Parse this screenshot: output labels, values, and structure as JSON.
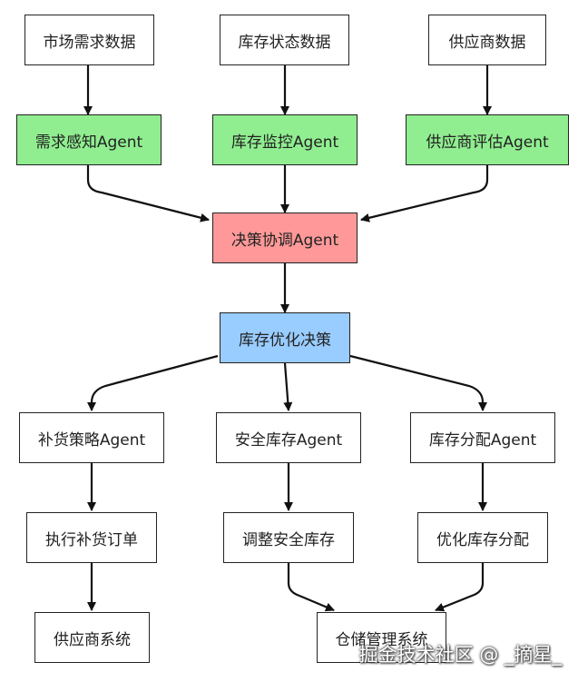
{
  "nodes": {
    "market_data": "市场需求数据",
    "inventory_status_data": "库存状态数据",
    "supplier_data": "供应商数据",
    "demand_agent": "需求感知Agent",
    "inventory_monitor_agent": "库存监控Agent",
    "supplier_eval_agent": "供应商评估Agent",
    "coordination_agent": "决策协调Agent",
    "inventory_optimization": "库存优化决策",
    "replenish_agent": "补货策略Agent",
    "safety_stock_agent": "安全库存Agent",
    "allocation_agent": "库存分配Agent",
    "execute_order": "执行补货订单",
    "adjust_safety_stock": "调整安全库存",
    "optimize_allocation": "优化库存分配",
    "supplier_system": "供应商系统",
    "warehouse_system": "仓储管理系统"
  },
  "colors": {
    "agent_fill": "#90ee90",
    "coordinator_fill": "#ff9999",
    "decision_fill": "#99ccff",
    "border": "#222222"
  },
  "watermark": "掘金技术社区 @ _摘星_"
}
